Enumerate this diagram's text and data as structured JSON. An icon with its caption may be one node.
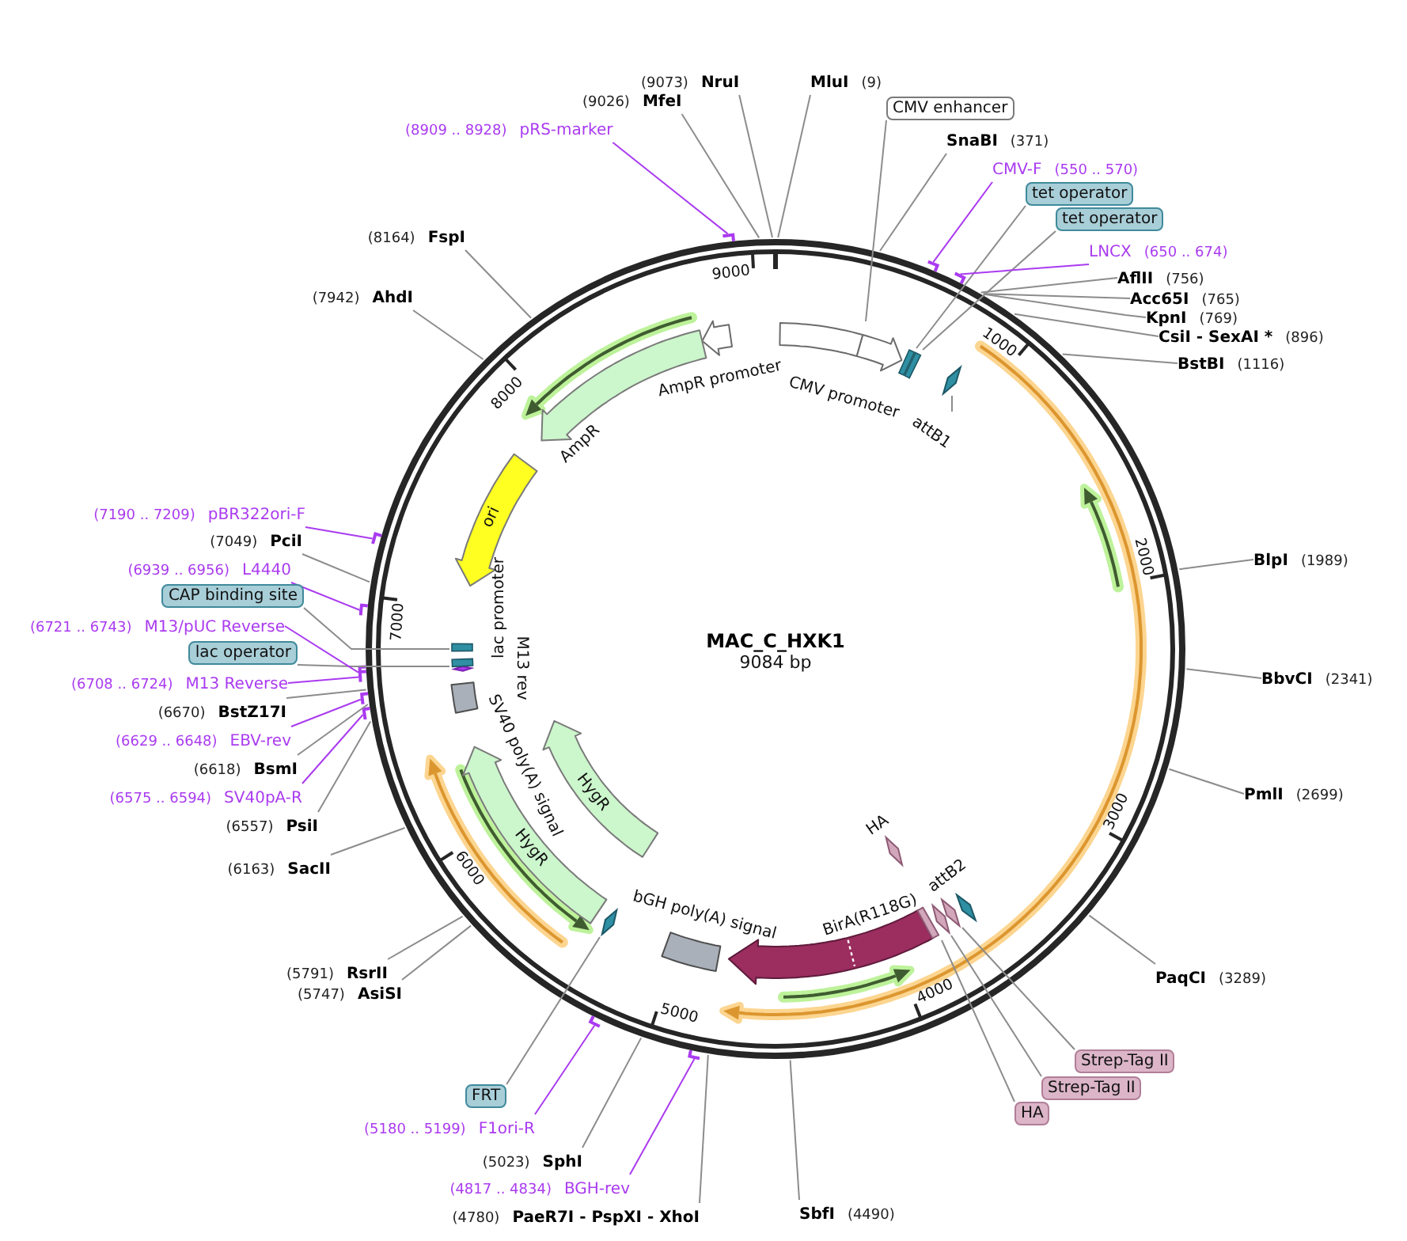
{
  "diagram": {
    "title": "MAC_C_HXK1",
    "nodes": [
      {
        "text": [
          "(8909 .. 8928)",
          "pRS-marker"
        ]
      },
      {
        "text": [
          "(9026)",
          "MfeI"
        ]
      },
      {
        "text": [
          "(9073)",
          "NruI"
        ]
      },
      {
        "text": [
          "MluI",
          "(9)"
        ]
      },
      {
        "text": [
          "CMV enhancer"
        ]
      },
      {
        "text": [
          "SnaBI",
          "(371)"
        ]
      },
      {
        "text": [
          "CMV-F",
          "(550 .. 570)"
        ]
      },
      {
        "text": [
          "tet operator"
        ]
      },
      {
        "text": [
          "tet operator"
        ]
      },
      {
        "text": [
          "LNCX",
          "(650 .. 674)"
        ]
      },
      {
        "text": [
          "AflII",
          "(756)"
        ]
      },
      {
        "text": [
          "Acc65I",
          "(765)"
        ]
      },
      {
        "text": [
          "KpnI",
          "(769)"
        ]
      },
      {
        "text": [
          "CsiI - SexAI *",
          "(896)"
        ]
      },
      {
        "text": [
          "BstBI",
          "(1116)"
        ]
      },
      {
        "text": [
          "BlpI",
          "(1989)"
        ]
      },
      {
        "text": [
          "BbvCI",
          "(2341)"
        ]
      },
      {
        "text": [
          "PmlI",
          "(2699)"
        ]
      },
      {
        "text": [
          "PaqCI",
          "(3289)"
        ]
      },
      {
        "text": [
          "Strep-Tag II"
        ]
      },
      {
        "text": [
          "Strep-Tag II"
        ]
      },
      {
        "text": [
          "HA"
        ]
      },
      {
        "text": [
          "SbfI",
          "(4490)"
        ]
      },
      {
        "text": [
          "(4780)",
          "PaeR7I - PspXI - XhoI"
        ]
      },
      {
        "text": [
          "(4817 .. 4834)",
          "BGH-rev"
        ]
      },
      {
        "text": [
          "(5023)",
          "SphI"
        ]
      },
      {
        "text": [
          "(5180 .. 5199)",
          "F1ori-R"
        ]
      },
      {
        "text": [
          "FRT"
        ]
      },
      {
        "text": [
          "(5791)",
          "RsrII"
        ]
      },
      {
        "text": [
          "(5747)",
          "AsiSI"
        ]
      },
      {
        "text": [
          "(6163)",
          "SacII"
        ]
      },
      {
        "text": [
          "(6557)",
          "PsiI"
        ]
      },
      {
        "text": [
          "(6575 .. 6594)",
          "SV40pA-R"
        ]
      },
      {
        "text": [
          "(6618)",
          "BsmI"
        ]
      },
      {
        "text": [
          "(6629 .. 6648)",
          "EBV-rev"
        ]
      },
      {
        "text": [
          "(6670)",
          "BstZ17I"
        ]
      },
      {
        "text": [
          "(6708 .. 6724)",
          "M13 Reverse"
        ]
      },
      {
        "text": [
          "lac operator"
        ]
      },
      {
        "text": [
          "(6721 .. 6743)",
          "M13/pUC Reverse"
        ]
      },
      {
        "text": [
          "CAP binding site"
        ]
      },
      {
        "text": [
          "(6939 .. 6956)",
          "L4440"
        ]
      },
      {
        "text": [
          "(7049)",
          "PciI"
        ]
      },
      {
        "text": [
          "(7190 .. 7209)",
          "pBR322ori-F"
        ]
      },
      {
        "text": [
          "(7942)",
          "AhdI"
        ]
      },
      {
        "text": [
          "(8164)",
          "FspI"
        ]
      },
      {
        "text": [
          "AmpR promoter"
        ]
      },
      {
        "text": [
          "AmpR"
        ]
      },
      {
        "text": [
          "CMV promoter"
        ]
      },
      {
        "text": [
          "attB1"
        ]
      },
      {
        "text": [
          "ori"
        ]
      },
      {
        "text": [
          "SV40 poly(A) signal"
        ]
      },
      {
        "text": [
          "HygR"
        ]
      },
      {
        "text": [
          "HygR"
        ]
      },
      {
        "text": [
          "bGH poly(A) signal"
        ]
      },
      {
        "text": [
          "BirA(R118G)"
        ]
      },
      {
        "text": [
          "HA"
        ]
      },
      {
        "text": [
          "attB2"
        ]
      },
      {
        "text": [],
        "shape": "bar"
      },
      {
        "text": [],
        "shape": "box"
      },
      {
        "text": [],
        "shape": "box"
      },
      {
        "text": [],
        "shape": "diamond"
      },
      {
        "text": [],
        "shape": "diamond"
      },
      {
        "text": [],
        "shape": "diamond"
      },
      {
        "text": [],
        "shape": "bar"
      },
      {
        "text": [],
        "shape": "diamond"
      },
      {
        "text": [],
        "shape": "box"
      },
      {
        "text": [],
        "shape": "box"
      }
    ],
    "edges": [
      {
        "from": 0,
        "to": null,
        "arrow": "none",
        "color": "#aa3bf0"
      },
      {
        "from": 1,
        "to": null,
        "arrow": "none"
      },
      {
        "from": 2,
        "to": null,
        "arrow": "none"
      },
      {
        "from": 3,
        "to": null,
        "arrow": "none"
      },
      {
        "from": 4,
        "to": 57,
        "arrow": "none"
      },
      {
        "from": 5,
        "to": null,
        "arrow": "none"
      },
      {
        "from": 6,
        "to": null,
        "arrow": "none",
        "color": "#aa3bf0"
      },
      {
        "from": 7,
        "to": 58,
        "arrow": "none"
      },
      {
        "from": 8,
        "to": 59,
        "arrow": "none"
      },
      {
        "from": 9,
        "to": null,
        "arrow": "none",
        "color": "#aa3bf0"
      },
      {
        "from": 10,
        "to": null,
        "arrow": "none"
      },
      {
        "from": 11,
        "to": null,
        "arrow": "none"
      },
      {
        "from": 12,
        "to": null,
        "arrow": "none"
      },
      {
        "from": 13,
        "to": null,
        "arrow": "none"
      },
      {
        "from": 14,
        "to": null,
        "arrow": "none"
      },
      {
        "from": 15,
        "to": null,
        "arrow": "none"
      },
      {
        "from": 16,
        "to": null,
        "arrow": "none"
      },
      {
        "from": 17,
        "to": null,
        "arrow": "none"
      },
      {
        "from": 18,
        "to": null,
        "arrow": "none"
      },
      {
        "from": 19,
        "to": 61,
        "arrow": "none"
      },
      {
        "from": 20,
        "to": 62,
        "arrow": "none"
      },
      {
        "from": 21,
        "to": 63,
        "arrow": "none"
      },
      {
        "from": 22,
        "to": null,
        "arrow": "none"
      },
      {
        "from": 23,
        "to": null,
        "arrow": "none"
      },
      {
        "from": 24,
        "to": null,
        "arrow": "none",
        "color": "#aa3bf0"
      },
      {
        "from": 25,
        "to": null,
        "arrow": "none"
      },
      {
        "from": 26,
        "to": null,
        "arrow": "none",
        "color": "#aa3bf0"
      },
      {
        "from": 27,
        "to": 64,
        "arrow": "none"
      },
      {
        "from": 28,
        "to": null,
        "arrow": "none"
      },
      {
        "from": 29,
        "to": null,
        "arrow": "none"
      },
      {
        "from": 30,
        "to": null,
        "arrow": "none"
      },
      {
        "from": 31,
        "to": null,
        "arrow": "none"
      },
      {
        "from": 32,
        "to": null,
        "arrow": "none",
        "color": "#aa3bf0"
      },
      {
        "from": 33,
        "to": null,
        "arrow": "none"
      },
      {
        "from": 34,
        "to": null,
        "arrow": "none",
        "color": "#aa3bf0"
      },
      {
        "from": 35,
        "to": null,
        "arrow": "none"
      },
      {
        "from": 36,
        "to": null,
        "arrow": "none",
        "color": "#aa3bf0"
      },
      {
        "from": 37,
        "to": 65,
        "arrow": "none"
      },
      {
        "from": 38,
        "to": null,
        "arrow": "none",
        "color": "#aa3bf0"
      },
      {
        "from": 39,
        "to": 66,
        "arrow": "none"
      },
      {
        "from": 40,
        "to": null,
        "arrow": "none",
        "color": "#aa3bf0"
      },
      {
        "from": 41,
        "to": null,
        "arrow": "none"
      },
      {
        "from": 42,
        "to": null,
        "arrow": "none",
        "color": "#aa3bf0"
      },
      {
        "from": 43,
        "to": null,
        "arrow": "none"
      },
      {
        "from": 44,
        "to": null,
        "arrow": "none"
      },
      {
        "from": 48,
        "to": 60,
        "arrow": "none"
      }
    ],
    "labels": [
      "9084 bp",
      "1000",
      "2000",
      "3000",
      "4000",
      "5000",
      "6000",
      "7000",
      "8000",
      "9000",
      "lac promoter",
      "M13 rev"
    ]
  }
}
